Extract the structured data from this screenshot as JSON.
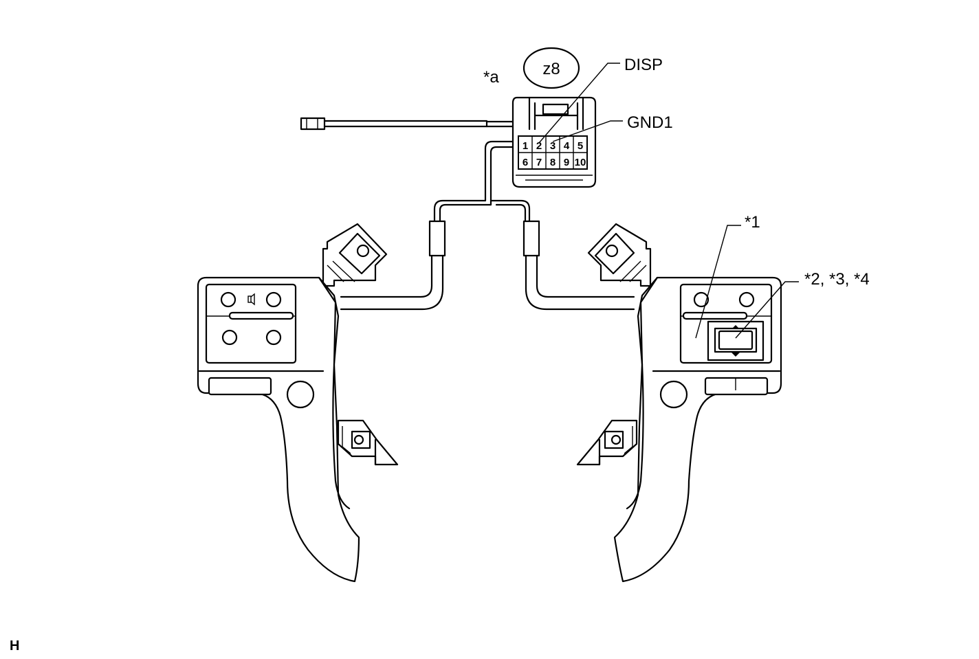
{
  "labels": {
    "connector_ref": "*a",
    "connector_code": "z8",
    "disp": "DISP",
    "gnd1": "GND1",
    "part1": "*1",
    "part234": "*2, *3, *4",
    "footer": "H"
  },
  "connector": {
    "pins_top": [
      "1",
      "2",
      "3",
      "4",
      "5"
    ],
    "pins_bottom": [
      "6",
      "7",
      "8",
      "9",
      "10"
    ]
  }
}
